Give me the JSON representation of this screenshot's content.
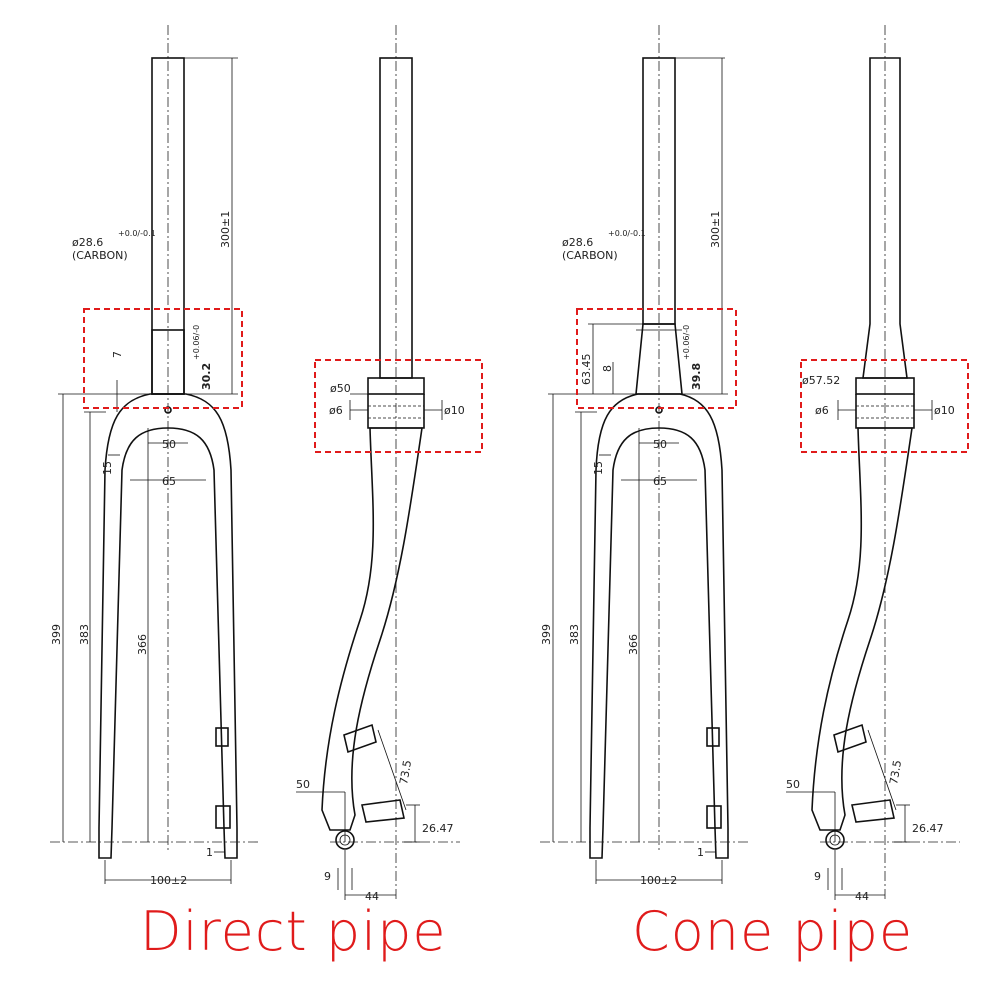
{
  "captions": {
    "left": "Direct pipe",
    "right": "Cone pipe"
  },
  "colors": {
    "line": "#111111",
    "highlight_box": "#e01b1b",
    "caption": "#e01b1b"
  },
  "direct": {
    "steerer_dia": "ø28.6",
    "steerer_tol": "+0.0/-0.1",
    "material": "(CARBON)",
    "steerer_length": "300±1",
    "crown_seat_dia": "30.2",
    "crown_seat_tol": "+0.06/-0",
    "crown_height": "7",
    "crown_dia": "ø50",
    "axle_to_crown": "399",
    "axle_to_crown_race": "383",
    "inner_length": "366",
    "offset_15": "15",
    "inner_width_top": "50",
    "inner_width_mid": "65",
    "axle_spacing": "100±2",
    "dropout_thk": "1",
    "hole_small": "ø6",
    "hole_large": "ø10",
    "disc_mount_spacing": "73.5",
    "disc_offset": "50",
    "disc_height": "26.47",
    "rake": "44",
    "dropout_9": "9"
  },
  "cone": {
    "steerer_dia": "ø28.6",
    "steerer_tol": "+0.0/-0.1",
    "material": "(CARBON)",
    "steerer_length": "300±1",
    "crown_seat_dia": "39.8",
    "crown_seat_tol": "+0.06/-0",
    "taper_length": "63.45",
    "crown_height": "8",
    "crown_dia": "ø57.52",
    "axle_to_crown": "399",
    "axle_to_crown_race": "383",
    "inner_length": "366",
    "offset_15": "15",
    "inner_width_top": "50",
    "inner_width_mid": "65",
    "axle_spacing": "100±2",
    "dropout_thk": "1",
    "hole_small": "ø6",
    "hole_large": "ø10",
    "disc_mount_spacing": "73.5",
    "disc_offset": "50",
    "disc_height": "26.47",
    "rake": "44",
    "dropout_9": "9"
  }
}
